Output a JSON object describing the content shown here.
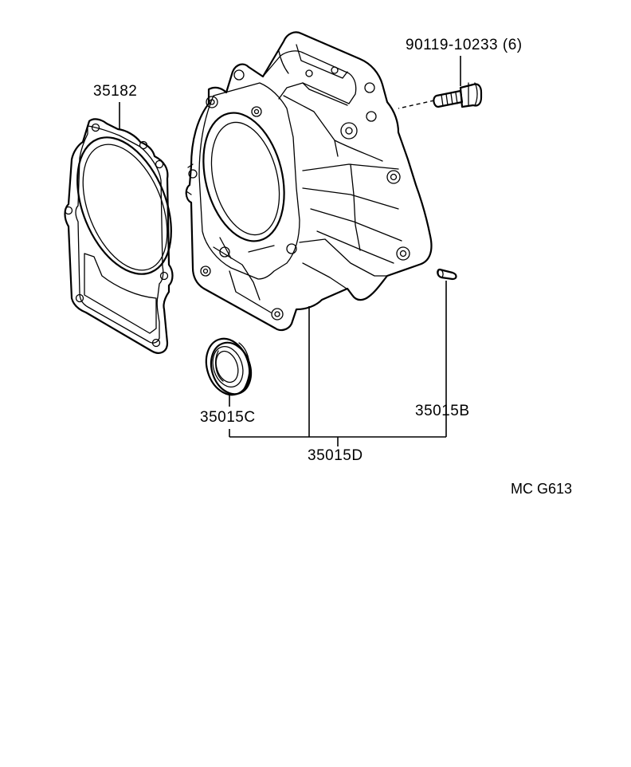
{
  "labels": {
    "gasket": "35182",
    "bolt": "90119-10233 (6)",
    "pin": "35015B",
    "oil_seal": "35015C",
    "assembly": "35015D",
    "figure_code": "MC G613"
  },
  "colors": {
    "ink": "#000000",
    "paper": "#ffffff"
  }
}
